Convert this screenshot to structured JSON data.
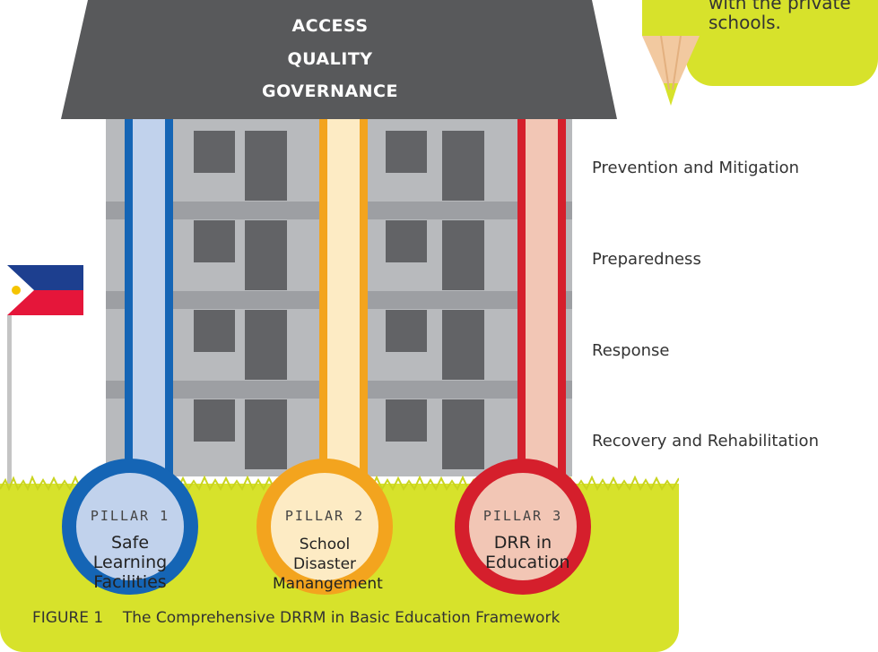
{
  "callout": {
    "text": "with the private schools."
  },
  "roof": {
    "line1": "ACCESS",
    "line2": "QUALITY",
    "line3": "GOVERNANCE"
  },
  "stages": [
    "Prevention and Mitigation",
    "Preparedness",
    "Response",
    "Recovery and Rehabilitation"
  ],
  "pillars": [
    {
      "tag": "PILLAR 1",
      "label": "Safe Learning Facilities",
      "ring_color": "#1565b5",
      "fill_color": "#c1d2ec"
    },
    {
      "tag": "PILLAR 2",
      "label": "School Disaster Manangement",
      "ring_color": "#f3a41e",
      "fill_color": "#fdebc4"
    },
    {
      "tag": "PILLAR 3",
      "label": "DRR in Education",
      "ring_color": "#d51f2c",
      "fill_color": "#f2c6b5"
    }
  ],
  "caption": {
    "figure": "FIGURE 1",
    "title": "The Comprehensive DRRM in Basic Education Framework"
  },
  "colors": {
    "grass": "#d7e22b",
    "roof": "#58595b",
    "building": "#b8babd",
    "window": "#626366"
  }
}
